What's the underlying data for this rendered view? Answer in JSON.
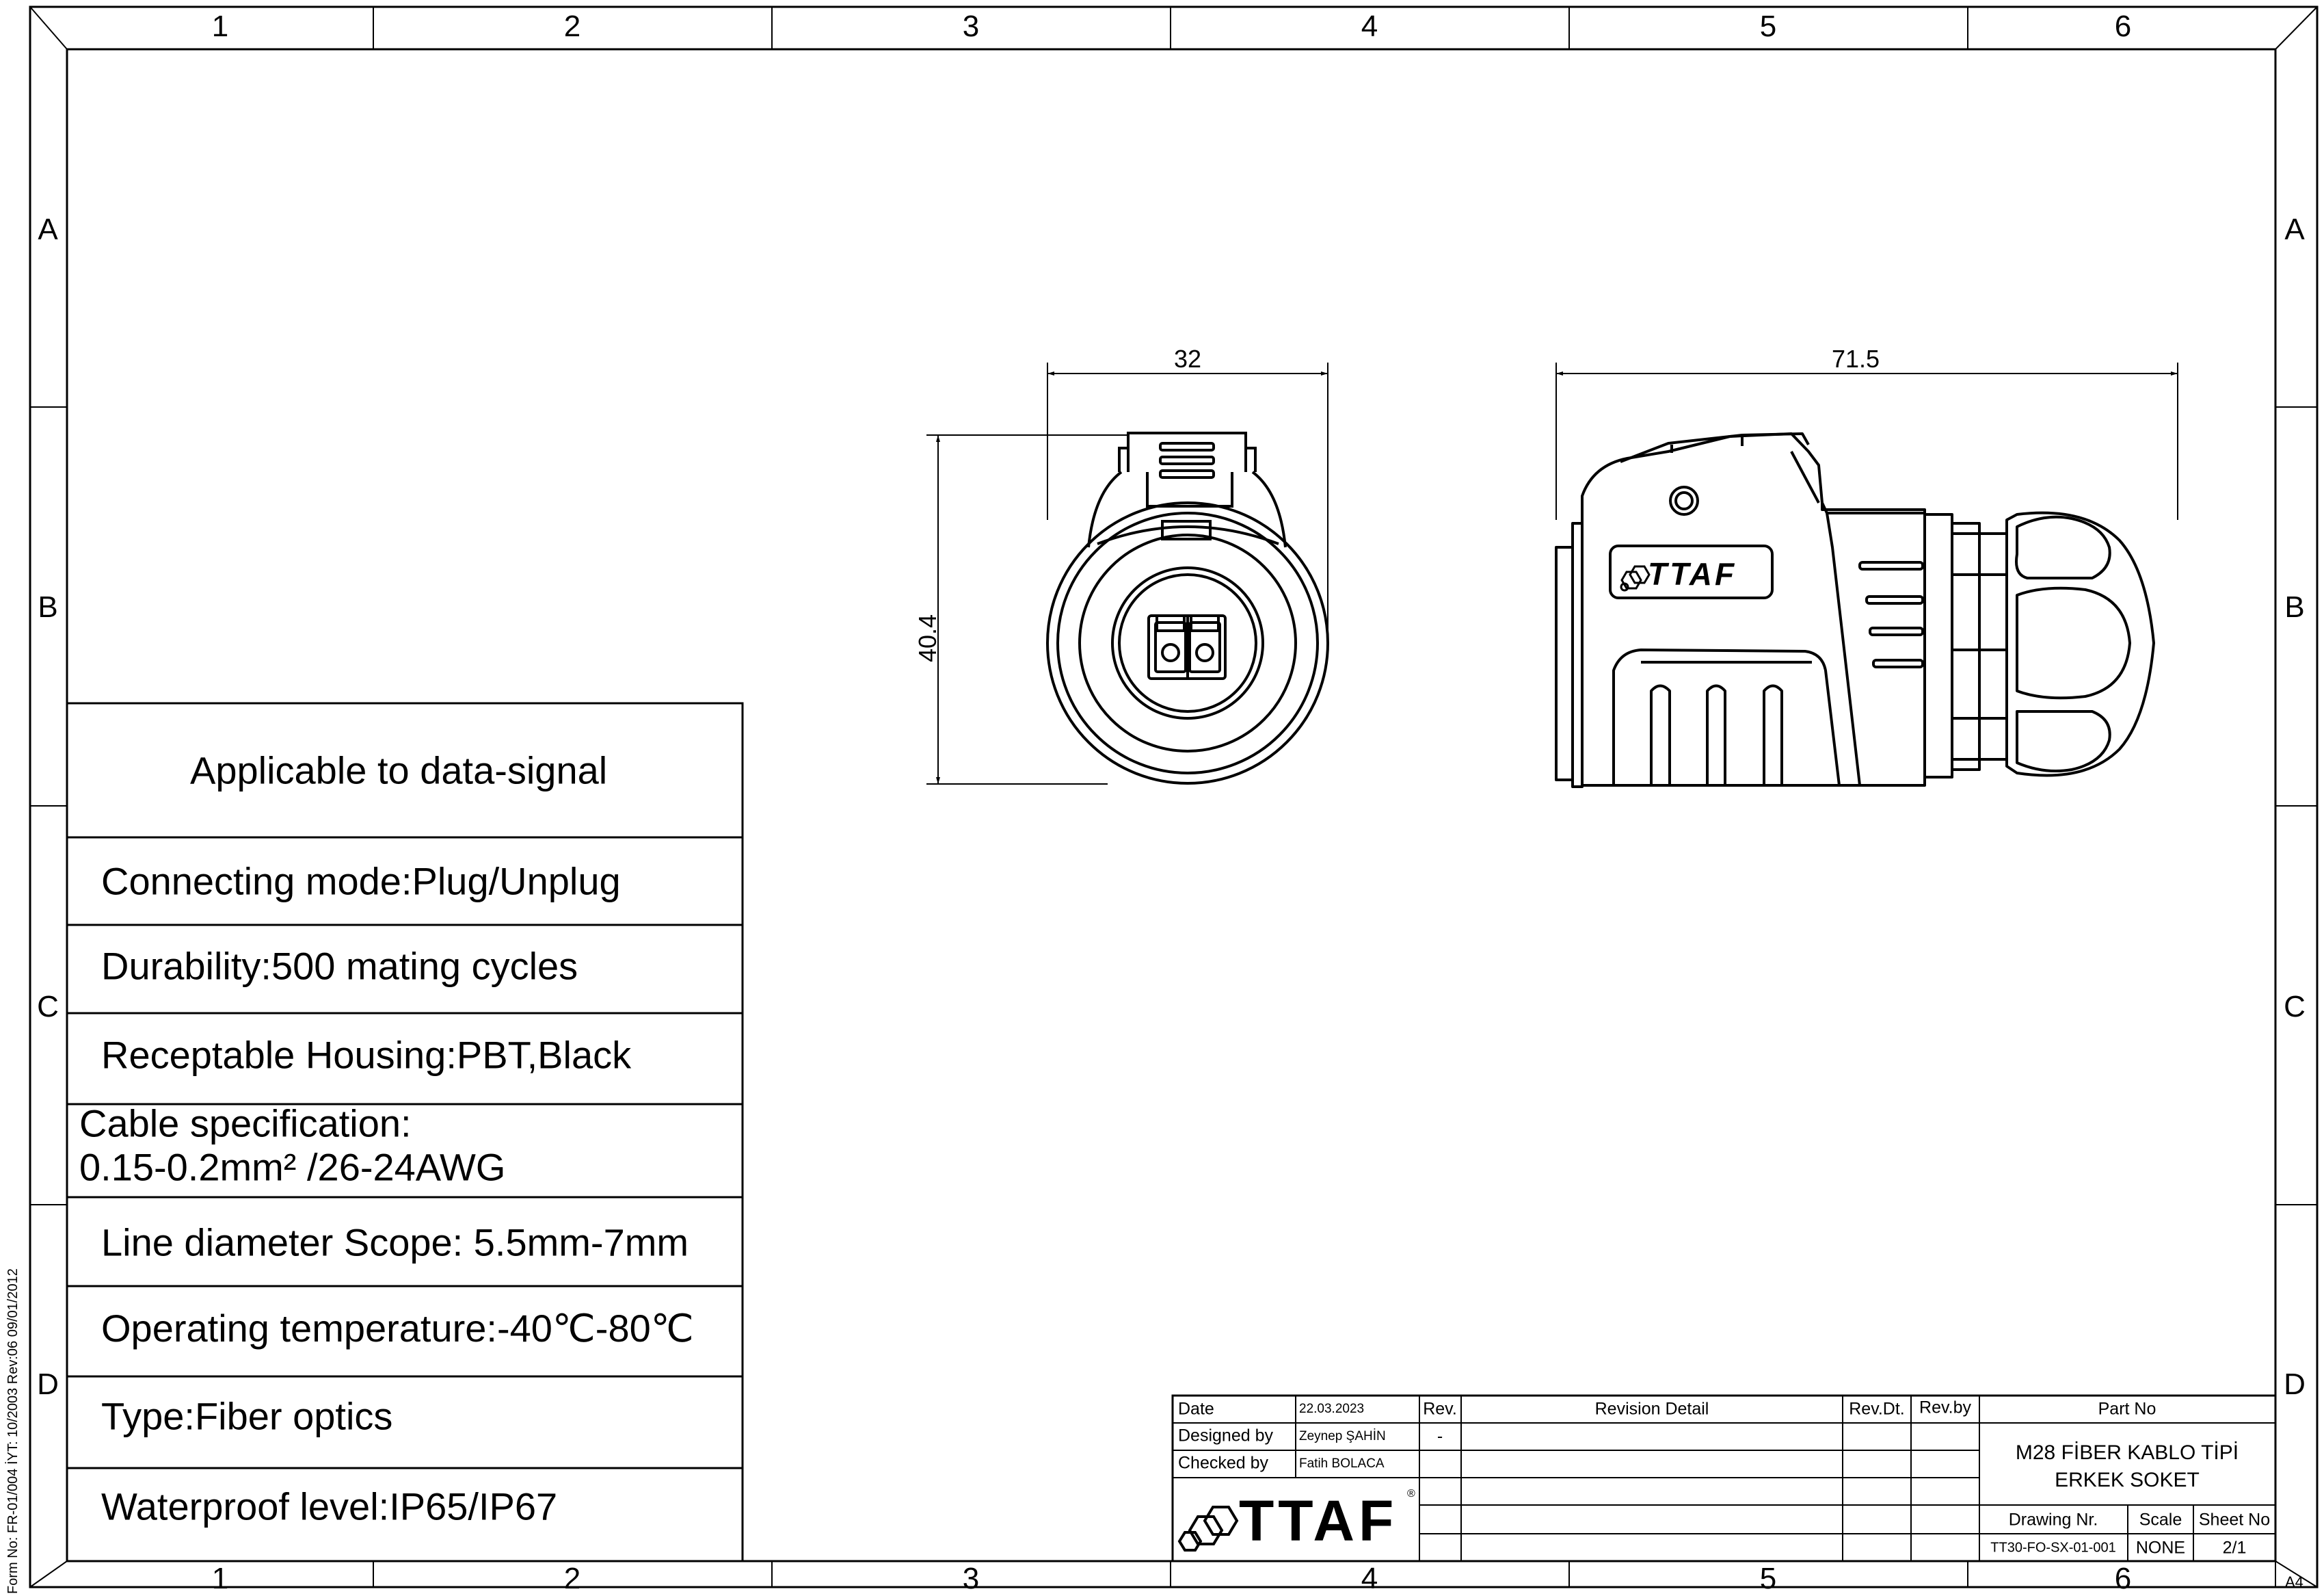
{
  "frame": {
    "columns": [
      "1",
      "2",
      "3",
      "4",
      "5",
      "6"
    ],
    "rows": [
      "A",
      "B",
      "C",
      "D"
    ],
    "paper_size": "A4",
    "side_note": "Form No: FR-01/004  İYT: 10/2003  Rev:06  09/01/2012"
  },
  "dimensions": {
    "front_width": "32",
    "front_height": "40.4",
    "side_length": "71.5"
  },
  "specs": {
    "header": "Applicable to data-signal",
    "items": [
      "Connecting mode:Plug/Unplug",
      "Durability:500 mating cycles",
      "Receptable Housing:PBT,Black",
      "Cable specification:",
      "0.15-0.2mm² /26-24AWG",
      "Line diameter Scope: 5.5mm-7mm",
      "Operating temperature:-40℃-80℃",
      "Type:Fiber optics",
      "Waterproof level:IP65/IP67"
    ]
  },
  "title_block": {
    "date_label": "Date",
    "date_value": "22.03.2023",
    "designed_label": "Designed by",
    "designed_value": "Zeynep ŞAHİN",
    "checked_label": "Checked by",
    "checked_value": "Fatih BOLACA",
    "rev_label": "Rev.",
    "rev_value": "-",
    "revision_detail_label": "Revision Detail",
    "rev_dt_label": "Rev.Dt.",
    "rev_by_label": "Rev.by",
    "part_no_label": "Part No",
    "part_name_line1": "M28 FİBER KABLO TİPİ",
    "part_name_line2": "ERKEK SOKET",
    "drawing_nr_label": "Drawing Nr.",
    "scale_label": "Scale",
    "sheet_label": "Sheet No",
    "drawing_nr_value": "TT30-FO-SX-01-001",
    "scale_value": "NONE",
    "sheet_value": "2/1",
    "logo_text": "TTAF"
  },
  "front_logo": "TTAF"
}
